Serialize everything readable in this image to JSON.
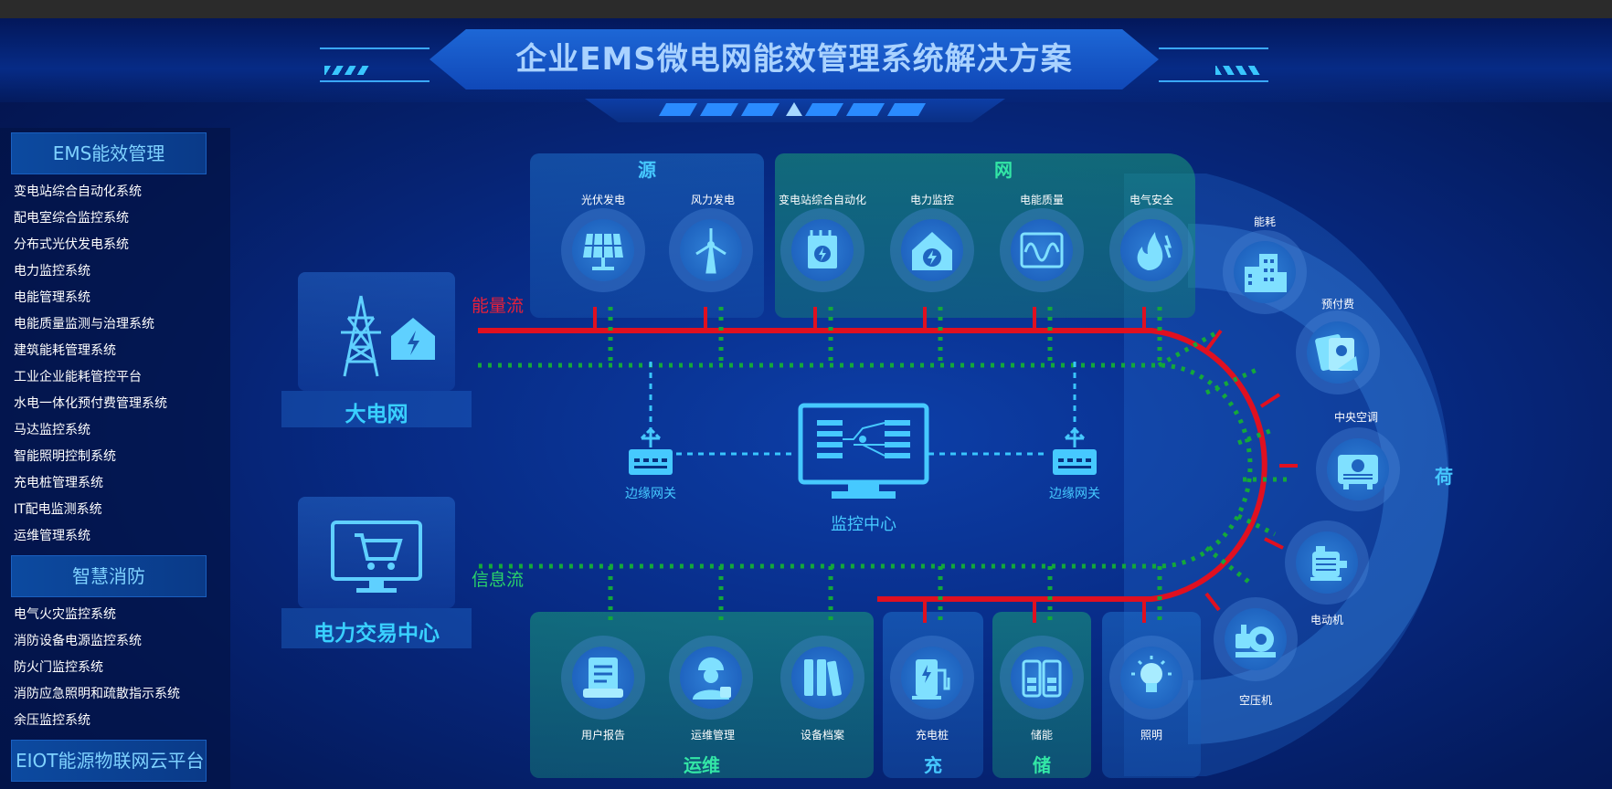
{
  "title": "企业EMS微电网能效管理系统解决方案",
  "colors": {
    "energy_flow": "#e01020",
    "info_flow": "#14a83a",
    "accent": "#39d0ff",
    "background": "#072a84"
  },
  "sidebar": {
    "categories": [
      {
        "title": "EMS能效管理",
        "items": [
          "变电站综合自动化系统",
          "配电室综合监控系统",
          "分布式光伏发电系统",
          "电力监控系统",
          "电能管理系统",
          "电能质量监测与治理系统",
          "建筑能耗管理系统",
          "工业企业能耗管控平台",
          "水电一体化预付费管理系统",
          "马达监控系统",
          "智能照明控制系统",
          "充电桩管理系统",
          "IT配电监测系统",
          "运维管理系统"
        ]
      },
      {
        "title": "智慧消防",
        "items": [
          "电气火灾监控系统",
          "消防设备电源监控系统",
          "防火门监控系统",
          "消防应急照明和疏散指示系统",
          "余压监控系统"
        ]
      },
      {
        "title": "EIOT能源物联网云平台",
        "items": []
      }
    ]
  },
  "diagram": {
    "source": {
      "label": "源",
      "nodes": [
        {
          "label": "光伏发电",
          "icon": "solar-panel-icon"
        },
        {
          "label": "风力发电",
          "icon": "wind-turbine-icon"
        }
      ]
    },
    "grid": {
      "label": "网",
      "nodes": [
        {
          "label": "变电站综合自动化",
          "icon": "substation-icon"
        },
        {
          "label": "电力监控",
          "icon": "power-monitor-icon"
        },
        {
          "label": "电能质量",
          "icon": "power-quality-icon"
        },
        {
          "label": "电气安全",
          "icon": "fire-safety-icon"
        }
      ]
    },
    "load": {
      "label": "荷",
      "nodes": [
        {
          "label": "能耗",
          "icon": "building-icon"
        },
        {
          "label": "预付费",
          "icon": "prepaid-card-icon"
        },
        {
          "label": "中央空调",
          "icon": "ac-unit-icon"
        },
        {
          "label": "电动机",
          "icon": "motor-icon"
        },
        {
          "label": "空压机",
          "icon": "compressor-icon"
        }
      ]
    },
    "ops": {
      "label": "运维",
      "nodes": [
        {
          "label": "用户报告",
          "icon": "report-icon"
        },
        {
          "label": "运维管理",
          "icon": "engineer-icon"
        },
        {
          "label": "设备档案",
          "icon": "archive-icon"
        }
      ]
    },
    "charge": {
      "label": "充",
      "nodes": [
        {
          "label": "充电桩",
          "icon": "charging-pile-icon"
        }
      ]
    },
    "storage": {
      "label": "储",
      "nodes": [
        {
          "label": "储能",
          "icon": "battery-icon"
        }
      ]
    },
    "lighting": {
      "nodes": [
        {
          "label": "照明",
          "icon": "bulb-icon"
        }
      ]
    },
    "grid_side": {
      "label": "大电网",
      "icon": "pylon-icon"
    },
    "trade_side": {
      "label": "电力交易中心",
      "icon": "cart-monitor-icon"
    },
    "energy_flow_label": "能量流",
    "info_flow_label": "信息流",
    "center_label": "监控中心",
    "gateway_label": "边缘网关"
  }
}
